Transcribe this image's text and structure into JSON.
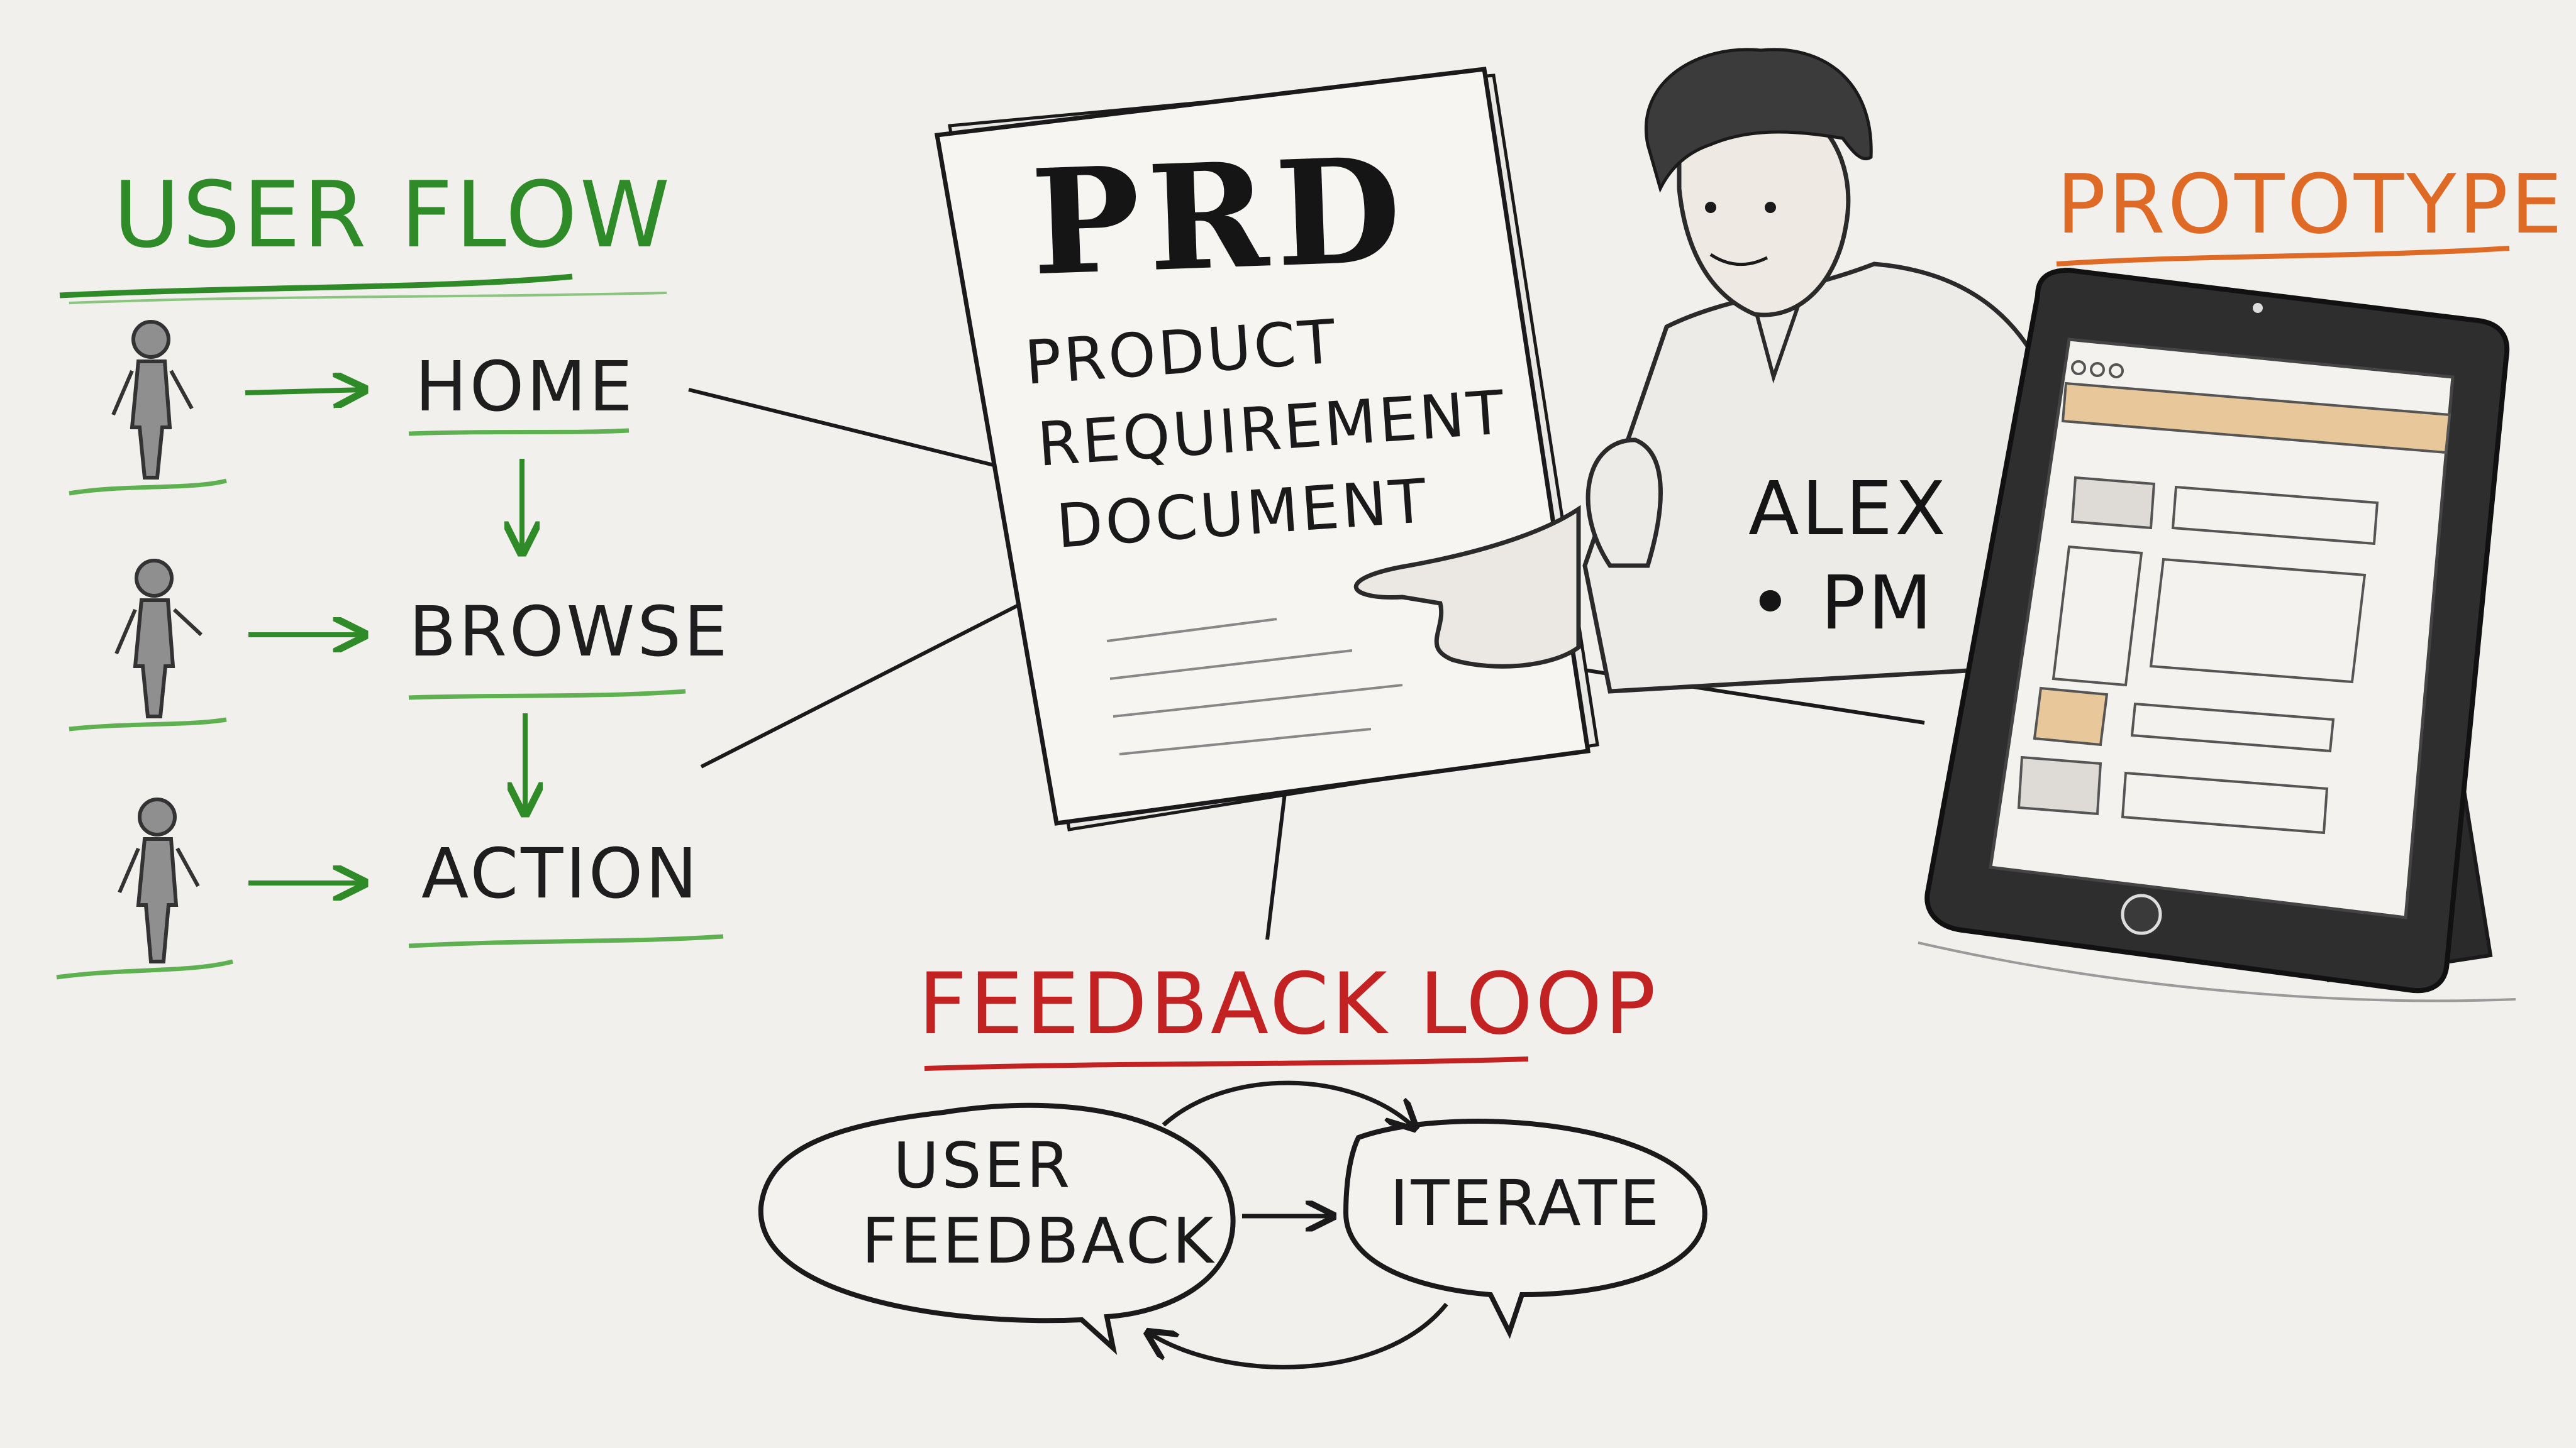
{
  "user_flow": {
    "title": "USER FLOW",
    "steps": [
      "HOME",
      "BROWSE",
      "ACTION"
    ]
  },
  "prd": {
    "title": "PRD",
    "subtitle_lines": [
      "PRODUCT",
      "REQUIREMENT",
      "DOCUMENT"
    ]
  },
  "person": {
    "name": "ALEX",
    "role": "• PM"
  },
  "prototype": {
    "title": "PROTOTYPE"
  },
  "feedback_loop": {
    "title": "FEEDBACK LOOP",
    "nodes": [
      {
        "lines": [
          "USER",
          "FEEDBACK"
        ]
      },
      {
        "lines": [
          "ITERATE"
        ]
      }
    ]
  },
  "colors": {
    "background": "#f1f0ec",
    "user_flow_green": "#2f8a28",
    "prototype_orange": "#de6a25",
    "feedback_red": "#c22222",
    "ink": "#1a1a1a",
    "screen_accent": "#e8c89a"
  }
}
